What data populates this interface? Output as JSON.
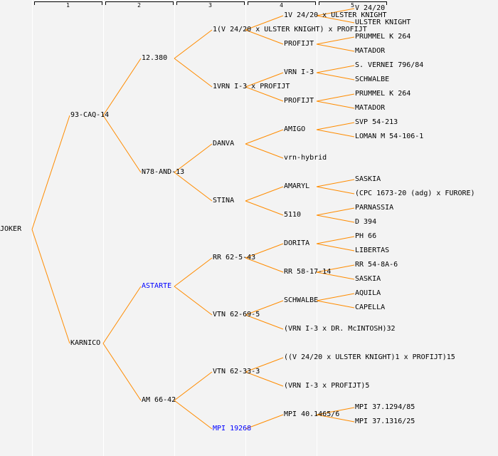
{
  "generations": [
    "1",
    "2",
    "3",
    "4",
    "5"
  ],
  "colors": {
    "line": "#ff8c00",
    "highlight": "#0000ff",
    "text": "#000000"
  },
  "tree": {
    "name": "JOKER",
    "children": [
      {
        "name": "93-CAQ-14",
        "children": [
          {
            "name": "12.380",
            "children": [
              {
                "name": "1(V 24/20 x ULSTER KNIGHT) x PROFIJT",
                "children": [
                  {
                    "name": "1V 24/20 x ULSTER KNIGHT",
                    "children": [
                      {
                        "name": "V 24/20"
                      },
                      {
                        "name": "ULSTER KNIGHT"
                      }
                    ]
                  },
                  {
                    "name": "PROFIJT",
                    "children": [
                      {
                        "name": "PRUMMEL K 264"
                      },
                      {
                        "name": "MATADOR"
                      }
                    ]
                  }
                ]
              },
              {
                "name": "1VRN I-3 x PROFIJT",
                "children": [
                  {
                    "name": "VRN I-3",
                    "children": [
                      {
                        "name": "S. VERNEI 796/84"
                      },
                      {
                        "name": "SCHWALBE"
                      }
                    ]
                  },
                  {
                    "name": "PROFIJT",
                    "children": [
                      {
                        "name": "PRUMMEL K 264"
                      },
                      {
                        "name": "MATADOR"
                      }
                    ]
                  }
                ]
              }
            ]
          },
          {
            "name": "N78-AND-13",
            "children": [
              {
                "name": "DANVA",
                "children": [
                  {
                    "name": "AMIGO",
                    "children": [
                      {
                        "name": "SVP 54-213"
                      },
                      {
                        "name": "LOMAN M 54-106-1"
                      }
                    ]
                  },
                  {
                    "name": "vrn-hybrid"
                  }
                ]
              },
              {
                "name": "STINA",
                "children": [
                  {
                    "name": "AMARYL",
                    "children": [
                      {
                        "name": "SASKIA"
                      },
                      {
                        "name": "(CPC 1673-20 (adg) x FURORE)"
                      }
                    ]
                  },
                  {
                    "name": "5110",
                    "children": [
                      {
                        "name": "PARNASSIA"
                      },
                      {
                        "name": "D 394"
                      }
                    ]
                  }
                ]
              }
            ]
          }
        ]
      },
      {
        "name": "KARNICO",
        "children": [
          {
            "name": "ASTARTE",
            "highlight": true,
            "children": [
              {
                "name": "RR 62-5-43",
                "children": [
                  {
                    "name": "DORITA",
                    "children": [
                      {
                        "name": "PH 66"
                      },
                      {
                        "name": "LIBERTAS"
                      }
                    ]
                  },
                  {
                    "name": "RR 58-17-14",
                    "children": [
                      {
                        "name": "RR 54-8A-6"
                      },
                      {
                        "name": "SASKIA"
                      }
                    ]
                  }
                ]
              },
              {
                "name": "VTN 62-69-5",
                "children": [
                  {
                    "name": "SCHWALBE",
                    "children": [
                      {
                        "name": "AQUILA"
                      },
                      {
                        "name": "CAPELLA"
                      }
                    ]
                  },
                  {
                    "name": "(VRN I-3 x DR. McINTOSH)32"
                  }
                ]
              }
            ]
          },
          {
            "name": "AM 66-42",
            "children": [
              {
                "name": "VTN 62-33-3",
                "children": [
                  {
                    "name": "((V 24/20 x ULSTER KNIGHT)1 x PROFIJT)15"
                  },
                  {
                    "name": "(VRN I-3 x PROFIJT)5"
                  }
                ]
              },
              {
                "name": "MPI 19268",
                "highlight": true,
                "children": [
                  {
                    "name": "MPI 40.1465/6",
                    "children": [
                      {
                        "name": "MPI 37.1294/85"
                      },
                      {
                        "name": "MPI 37.1316/25"
                      }
                    ]
                  }
                ]
              }
            ]
          }
        ]
      }
    ]
  }
}
